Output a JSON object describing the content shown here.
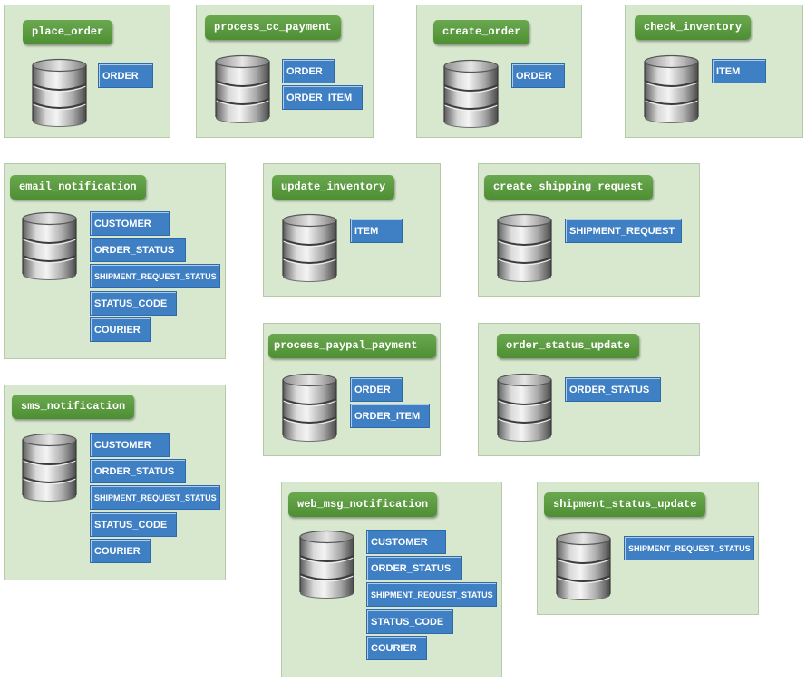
{
  "services": [
    {
      "name": "place_order",
      "tables": [
        "ORDER"
      ]
    },
    {
      "name": "process_cc_payment",
      "tables": [
        "ORDER",
        "ORDER_ITEM"
      ]
    },
    {
      "name": "create_order",
      "tables": [
        "ORDER"
      ]
    },
    {
      "name": "check_inventory",
      "tables": [
        "ITEM"
      ]
    },
    {
      "name": "email_notification",
      "tables": [
        "CUSTOMER",
        "ORDER_STATUS",
        "SHIPMENT_REQUEST_STATUS",
        "STATUS_CODE",
        "COURIER"
      ]
    },
    {
      "name": "update_inventory",
      "tables": [
        "ITEM"
      ]
    },
    {
      "name": "create_shipping_request",
      "tables": [
        "SHIPMENT_REQUEST"
      ]
    },
    {
      "name": "process_paypal_payment",
      "tables": [
        "ORDER",
        "ORDER_ITEM"
      ]
    },
    {
      "name": "order_status_update",
      "tables": [
        "ORDER_STATUS"
      ]
    },
    {
      "name": "sms_notification",
      "tables": [
        "CUSTOMER",
        "ORDER_STATUS",
        "SHIPMENT_REQUEST_STATUS",
        "STATUS_CODE",
        "COURIER"
      ]
    },
    {
      "name": "web_msg_notification",
      "tables": [
        "CUSTOMER",
        "ORDER_STATUS",
        "SHIPMENT_REQUEST_STATUS",
        "STATUS_CODE",
        "COURIER"
      ]
    },
    {
      "name": "shipment_status_update",
      "tables": [
        "SHIPMENT_REQUEST_STATUS"
      ]
    }
  ],
  "colors": {
    "panel_bg": "#d8e8cf",
    "label_green": "#5a9b3e",
    "table_blue": "#3f7fc4"
  }
}
